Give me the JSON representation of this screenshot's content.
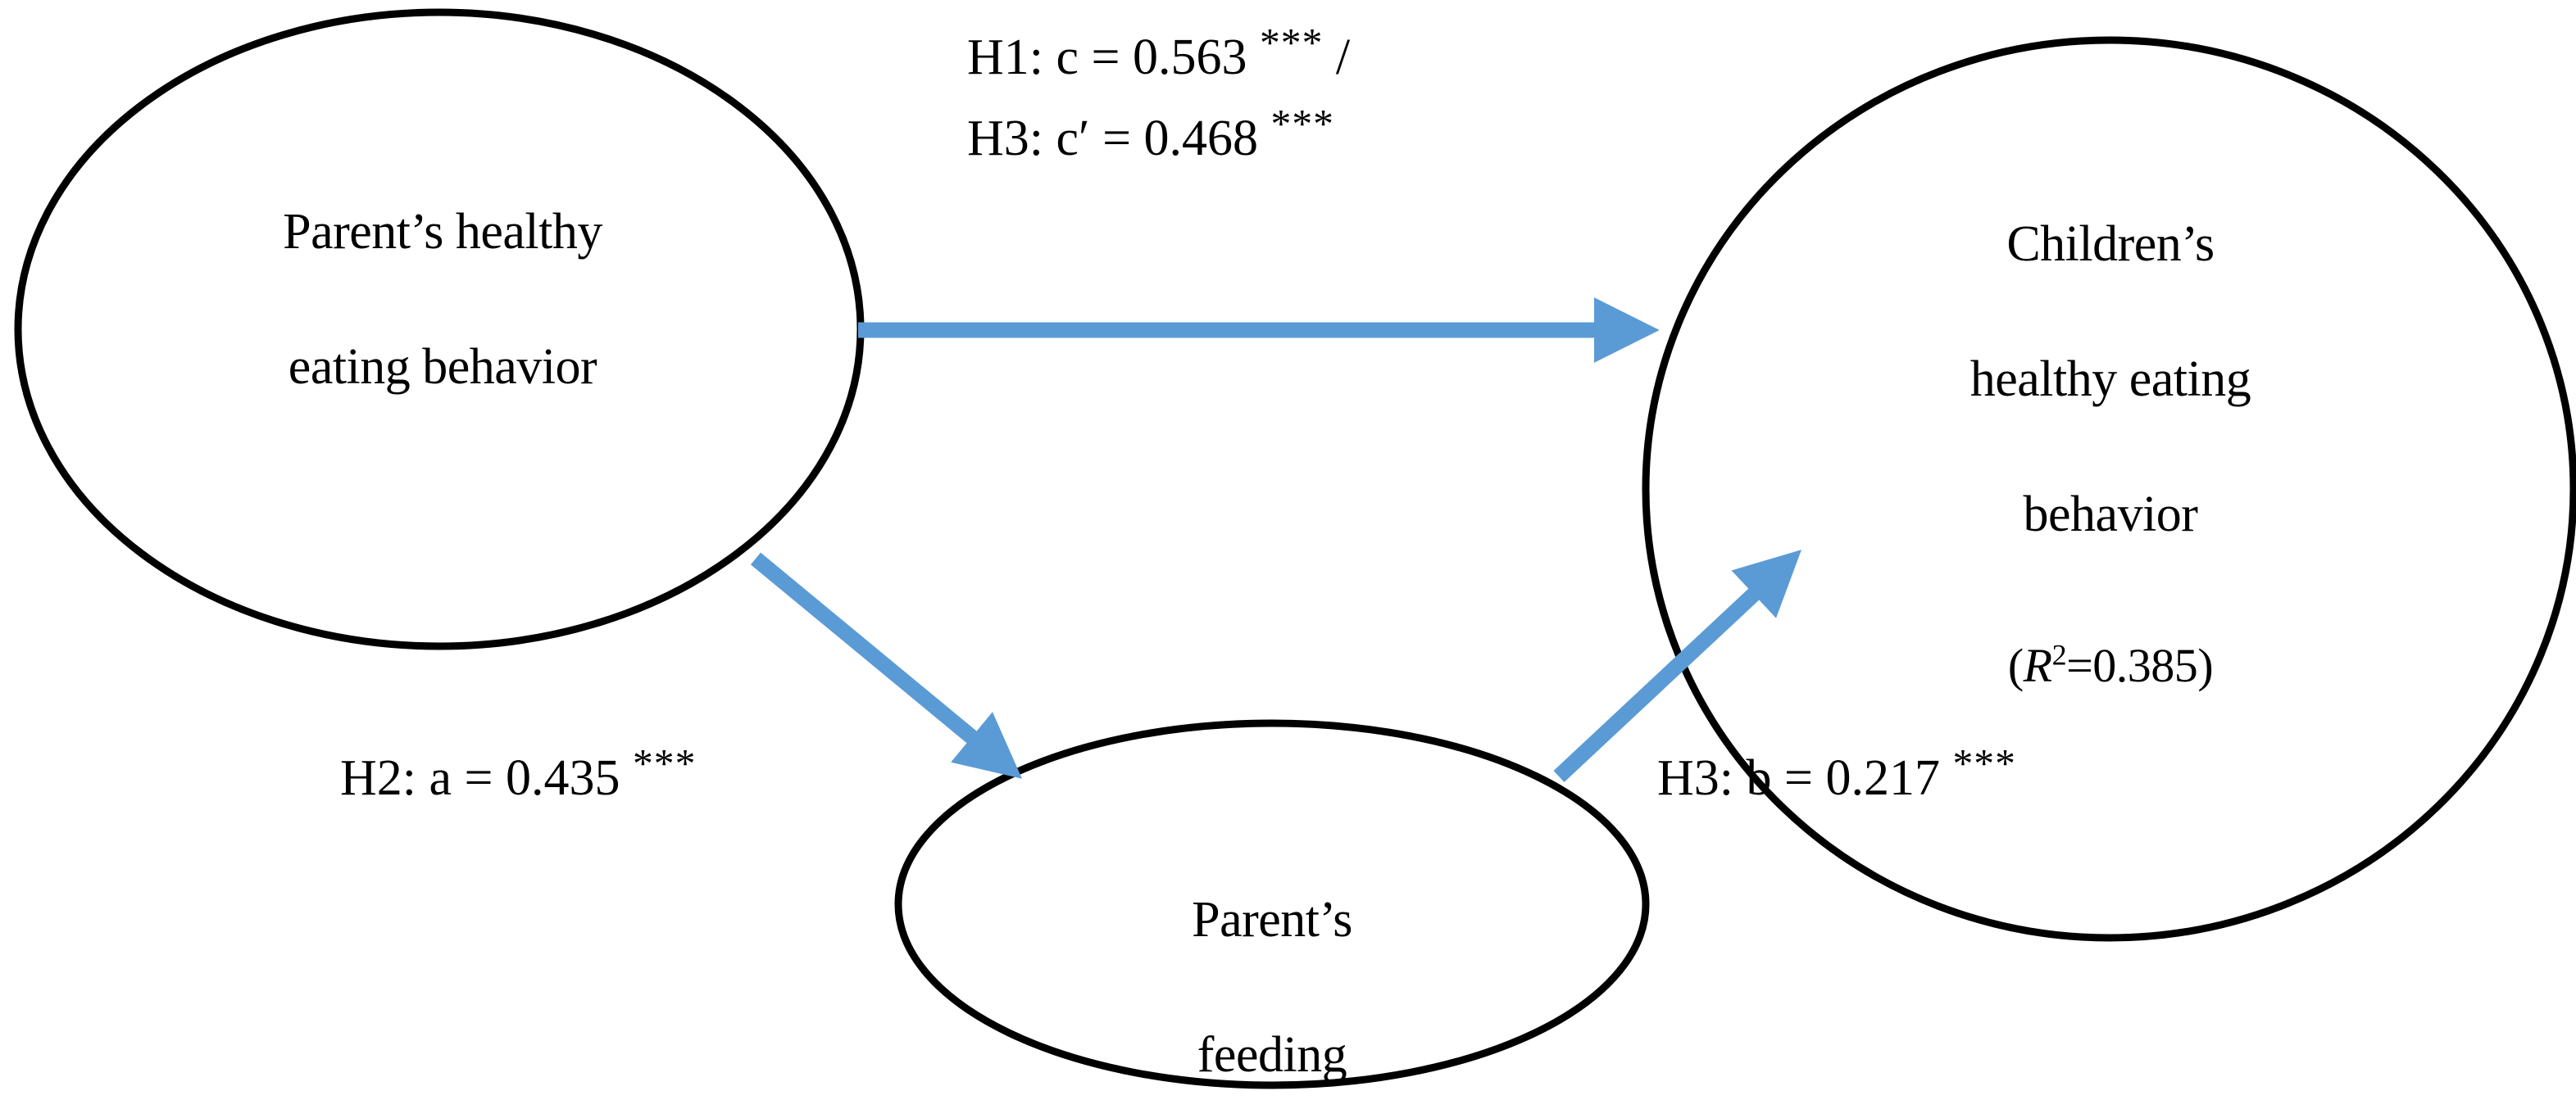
{
  "diagram": {
    "type": "mediation-path-model",
    "accent_color": "#5B9BD5",
    "node_stroke_color": "#000000",
    "background_color": "#FFFFFF",
    "nodes": [
      {
        "id": "parent-healthy-eating",
        "label_line1": "Parent’s healthy",
        "label_line2": "eating behavior"
      },
      {
        "id": "children-healthy-eating",
        "label_line1": "Children’s",
        "label_line2": "healthy eating",
        "label_line3": "behavior",
        "r2_open": "(",
        "r2_symbol": "R",
        "r2_exponent": "2",
        "r2_value": "=0.385",
        "r2_close": ")"
      },
      {
        "id": "parent-feeding",
        "label_line1": "Parent’s",
        "label_line2": "feeding"
      }
    ],
    "paths": [
      {
        "id": "h1-h3-direct",
        "from": "parent-healthy-eating",
        "to": "children-healthy-eating",
        "line1_text": "H1: c = 0.563 ",
        "line1_stars": "***",
        "line1_tail": " /",
        "line2_text": "H3: c′ = 0.468 ",
        "line2_stars": "***"
      },
      {
        "id": "h2-a",
        "from": "parent-healthy-eating",
        "to": "parent-feeding",
        "text": "H2: a = 0.435 ",
        "stars": "***"
      },
      {
        "id": "h3-b",
        "from": "parent-feeding",
        "to": "children-healthy-eating",
        "text": "H3: b = 0.217 ",
        "stars": "***"
      }
    ]
  },
  "chart_data": {
    "type": "diagram",
    "title": "Mediation model of parent’s healthy eating behavior on children’s healthy eating behavior through parent’s feeding",
    "nodes": [
      "Parent’s healthy eating behavior",
      "Parent’s feeding",
      "Children’s healthy eating behavior (R²=0.385)"
    ],
    "edges": [
      {
        "hypothesis": "H1",
        "coefficient_name": "c",
        "value": 0.563,
        "significance": "***",
        "from": "Parent’s healthy eating behavior",
        "to": "Children’s healthy eating behavior"
      },
      {
        "hypothesis": "H3",
        "coefficient_name": "c′",
        "value": 0.468,
        "significance": "***",
        "from": "Parent’s healthy eating behavior",
        "to": "Children’s healthy eating behavior"
      },
      {
        "hypothesis": "H2",
        "coefficient_name": "a",
        "value": 0.435,
        "significance": "***",
        "from": "Parent’s healthy eating behavior",
        "to": "Parent’s feeding"
      },
      {
        "hypothesis": "H3",
        "coefficient_name": "b",
        "value": 0.217,
        "significance": "***",
        "from": "Parent’s feeding",
        "to": "Children’s healthy eating behavior"
      }
    ],
    "r_squared": {
      "Children’s healthy eating behavior": 0.385
    }
  }
}
